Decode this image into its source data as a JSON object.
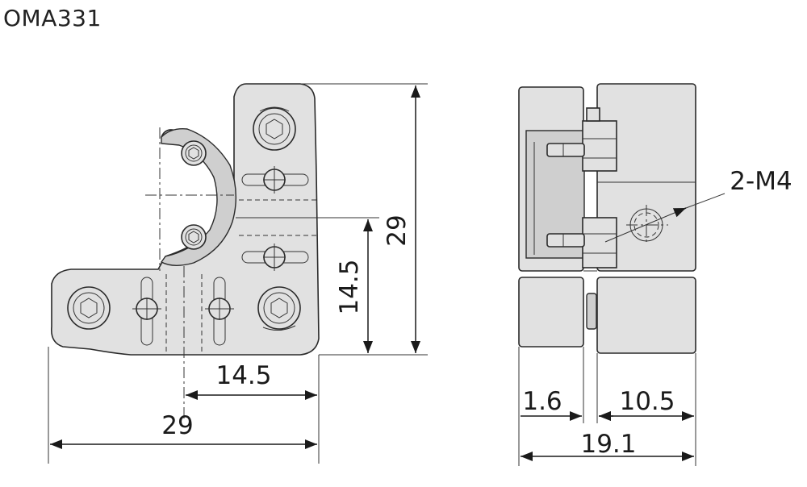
{
  "title": "OMA331",
  "front_view": {
    "dim_height_total": "29",
    "dim_height_half": "14.5",
    "dim_width_half": "14.5",
    "dim_width_total": "29"
  },
  "side_view": {
    "thread_label": "2-M4",
    "dim_gap": "1.6",
    "dim_right": "10.5",
    "dim_total": "19.1"
  }
}
